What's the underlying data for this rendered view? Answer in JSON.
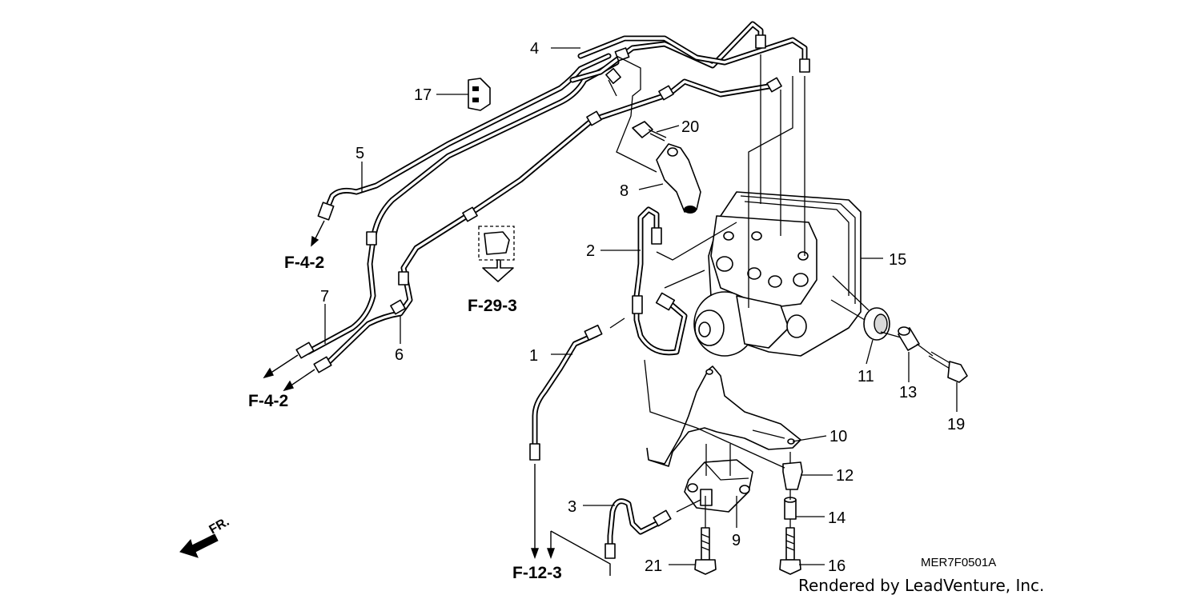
{
  "callouts": [
    {
      "id": "1",
      "label": "1"
    },
    {
      "id": "2",
      "label": "2"
    },
    {
      "id": "3",
      "label": "3"
    },
    {
      "id": "4",
      "label": "4"
    },
    {
      "id": "5",
      "label": "5"
    },
    {
      "id": "6",
      "label": "6"
    },
    {
      "id": "7",
      "label": "7"
    },
    {
      "id": "8",
      "label": "8"
    },
    {
      "id": "9",
      "label": "9"
    },
    {
      "id": "10",
      "label": "10"
    },
    {
      "id": "11",
      "label": "11"
    },
    {
      "id": "12",
      "label": "12"
    },
    {
      "id": "13",
      "label": "13"
    },
    {
      "id": "14",
      "label": "14"
    },
    {
      "id": "15",
      "label": "15"
    },
    {
      "id": "16",
      "label": "16"
    },
    {
      "id": "17",
      "label": "17"
    },
    {
      "id": "19",
      "label": "19"
    },
    {
      "id": "20",
      "label": "20"
    },
    {
      "id": "21",
      "label": "21"
    }
  ],
  "references": {
    "f42_upper": "F-4-2",
    "f42_lower": "F-4-2",
    "f293": "F-29-3",
    "f123": "F-12-3"
  },
  "diagram_code": "MER7F0501A",
  "footer": "Rendered by LeadVenture, Inc.",
  "front_marker": "FR."
}
